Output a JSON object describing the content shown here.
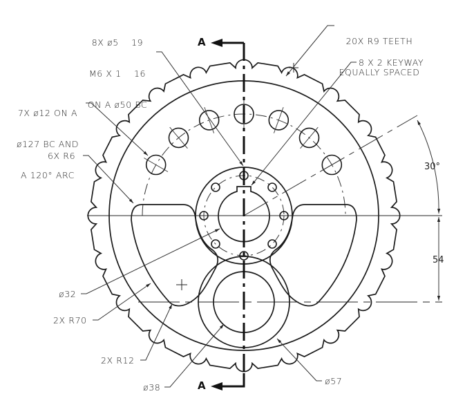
{
  "drawing": {
    "title": "Sprocket drawing with section A-A",
    "section_label_top": "A",
    "section_label_bottom": "A"
  },
  "callouts": {
    "tapped_holes": {
      "line1": "8X ø5    19",
      "line2": "M6 X 1    16",
      "line3": "ON A ø50 BC"
    },
    "teeth": {
      "line1": "20X R9 TEETH",
      "line2": "EQUALLY SPACED"
    },
    "keyway": "8 X 2 KEYWAY",
    "holes_arc": {
      "line1": "7X ø12 ON A",
      "line2": "ø127 BC AND",
      "line3": "A 120° ARC"
    },
    "fillets_r6": "6X R6",
    "bore_d32": "ø32",
    "r70": "2X R70",
    "r12": "2X R12",
    "d38": "ø38",
    "d57": "ø57"
  },
  "dimensions": {
    "angle": "30°",
    "vertical_offset": "54"
  },
  "colors": {
    "line": "#1a1a1a",
    "thin_line": "#333333",
    "text": "#222222",
    "background": "#ffffff"
  }
}
